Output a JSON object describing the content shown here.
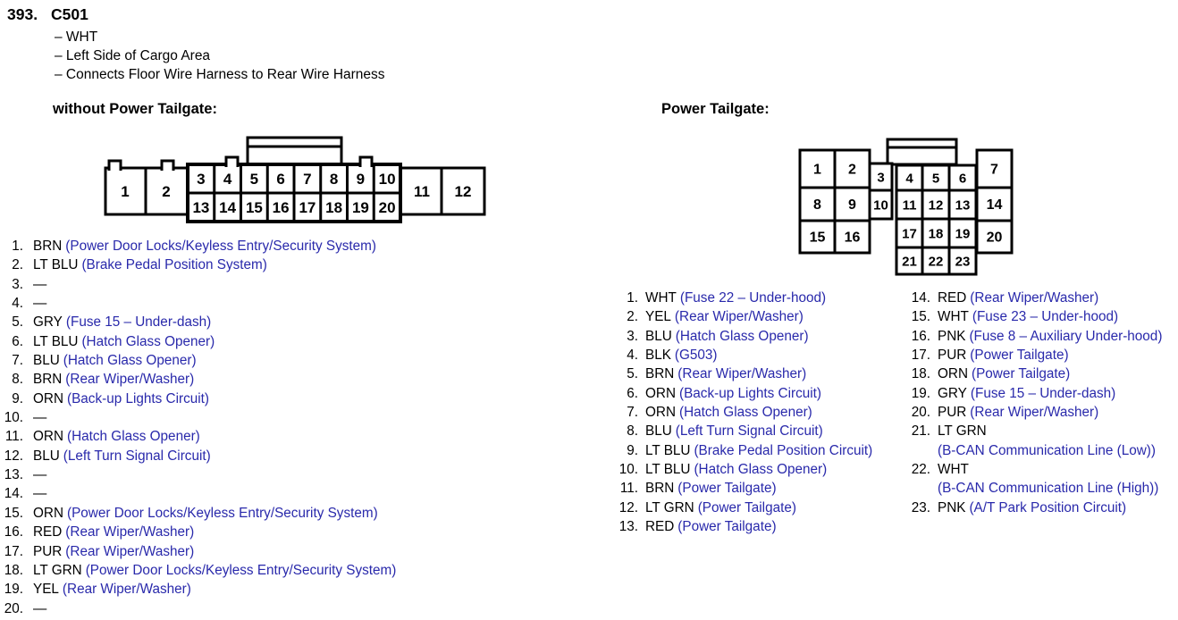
{
  "colors": {
    "link_blue": "#2929ab",
    "ink": "#000000",
    "paper": "#ffffff"
  },
  "header": {
    "index": "393.",
    "connector": "C501",
    "details": [
      "– WHT",
      "– Left Side of Cargo Area",
      "– Connects Floor Wire Harness to Rear Wire Harness"
    ]
  },
  "left": {
    "title": "without Power Tailgate:",
    "cells": [
      "1",
      "2",
      "3",
      "4",
      "5",
      "6",
      "7",
      "8",
      "9",
      "10",
      "11",
      "12",
      "13",
      "14",
      "15",
      "16",
      "17",
      "18",
      "19",
      "20"
    ],
    "pins": [
      {
        "num": "1.",
        "color": "BRN",
        "circuit": "(Power Door Locks/Keyless Entry/Security System)"
      },
      {
        "num": "2.",
        "color": "LT BLU",
        "circuit": "(Brake Pedal Position System)"
      },
      {
        "num": "3.",
        "color": "—",
        "circuit": ""
      },
      {
        "num": "4.",
        "color": "—",
        "circuit": ""
      },
      {
        "num": "5.",
        "color": "GRY",
        "circuit": "(Fuse 15 – Under-dash)"
      },
      {
        "num": "6.",
        "color": "LT BLU",
        "circuit": "(Hatch Glass Opener)"
      },
      {
        "num": "7.",
        "color": "BLU",
        "circuit": "(Hatch Glass Opener)"
      },
      {
        "num": "8.",
        "color": "BRN",
        "circuit": "(Rear Wiper/Washer)"
      },
      {
        "num": "9.",
        "color": "ORN",
        "circuit": "(Back-up Lights Circuit)"
      },
      {
        "num": "10.",
        "color": "—",
        "circuit": ""
      },
      {
        "num": "11.",
        "color": "ORN",
        "circuit": "(Hatch Glass Opener)"
      },
      {
        "num": "12.",
        "color": "BLU",
        "circuit": "(Left Turn Signal Circuit)"
      },
      {
        "num": "13.",
        "color": "—",
        "circuit": ""
      },
      {
        "num": "14.",
        "color": "—",
        "circuit": ""
      },
      {
        "num": "15.",
        "color": "ORN",
        "circuit": "(Power Door Locks/Keyless Entry/Security System)"
      },
      {
        "num": "16.",
        "color": "RED",
        "circuit": "(Rear Wiper/Washer)"
      },
      {
        "num": "17.",
        "color": "PUR",
        "circuit": "(Rear Wiper/Washer)"
      },
      {
        "num": "18.",
        "color": "LT GRN",
        "circuit": "(Power Door Locks/Keyless Entry/Security System)"
      },
      {
        "num": "19.",
        "color": "YEL",
        "circuit": "(Rear Wiper/Washer)"
      },
      {
        "num": "20.",
        "color": "—",
        "circuit": ""
      }
    ]
  },
  "right": {
    "title": "Power Tailgate:",
    "cells": [
      "1",
      "2",
      "3",
      "4",
      "5",
      "6",
      "7",
      "8",
      "9",
      "10",
      "11",
      "12",
      "13",
      "14",
      "15",
      "16",
      "17",
      "18",
      "19",
      "20",
      "21",
      "22",
      "23"
    ],
    "pins_col1": [
      {
        "num": "1.",
        "color": "WHT",
        "circuit": "(Fuse 22 – Under-hood)"
      },
      {
        "num": "2.",
        "color": "YEL",
        "circuit": "(Rear Wiper/Washer)"
      },
      {
        "num": "3.",
        "color": "BLU",
        "circuit": "(Hatch Glass Opener)"
      },
      {
        "num": "4.",
        "color": "BLK",
        "circuit": "(G503)"
      },
      {
        "num": "5.",
        "color": "BRN",
        "circuit": "(Rear Wiper/Washer)"
      },
      {
        "num": "6.",
        "color": "ORN",
        "circuit": "(Back-up Lights Circuit)"
      },
      {
        "num": "7.",
        "color": "ORN",
        "circuit": "(Hatch Glass Opener)"
      },
      {
        "num": "8.",
        "color": "BLU",
        "circuit": "(Left Turn Signal Circuit)"
      },
      {
        "num": "9.",
        "color": "LT BLU",
        "circuit": "(Brake Pedal Position Circuit)"
      },
      {
        "num": "10.",
        "color": "LT BLU",
        "circuit": "(Hatch Glass Opener)"
      },
      {
        "num": "11.",
        "color": "BRN",
        "circuit": "(Power Tailgate)"
      },
      {
        "num": "12.",
        "color": "LT GRN",
        "circuit": "(Power Tailgate)"
      },
      {
        "num": "13.",
        "color": "RED",
        "circuit": "(Power Tailgate)"
      }
    ],
    "pins_col2": [
      {
        "num": "14.",
        "color": "RED",
        "circuit": "(Rear Wiper/Washer)"
      },
      {
        "num": "15.",
        "color": "WHT",
        "circuit": "(Fuse 23 – Under-hood)"
      },
      {
        "num": "16.",
        "color": "PNK",
        "circuit": "(Fuse 8 – Auxiliary Under-hood)"
      },
      {
        "num": "17.",
        "color": "PUR",
        "circuit": "(Power Tailgate)"
      },
      {
        "num": "18.",
        "color": "ORN",
        "circuit": "(Power Tailgate)"
      },
      {
        "num": "19.",
        "color": "GRY",
        "circuit": "(Fuse 15 – Under-dash)"
      },
      {
        "num": "20.",
        "color": "PUR",
        "circuit": "(Rear Wiper/Washer)"
      },
      {
        "num": "21.",
        "color": "LT GRN",
        "circuit": "(B-CAN Communication Line (Low))"
      },
      {
        "num": "22.",
        "color": "WHT",
        "circuit": "(B-CAN Communication Line (High))"
      },
      {
        "num": "23.",
        "color": "PNK",
        "circuit": "(A/T Park Position Circuit)"
      }
    ]
  }
}
